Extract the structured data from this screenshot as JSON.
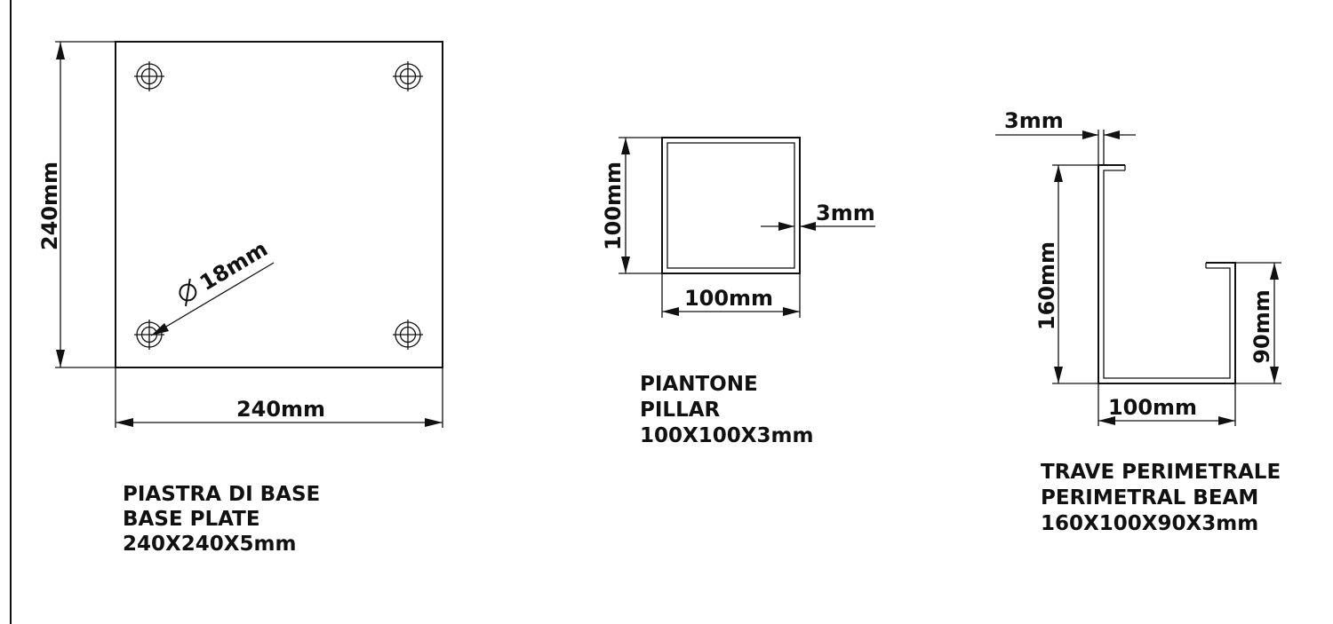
{
  "base_plate": {
    "height_label": "240mm",
    "width_label": "240mm",
    "hole_label": "18mm",
    "caption": [
      "PIASTRA DI BASE",
      "BASE PLATE",
      "240X240X5mm"
    ]
  },
  "pillar": {
    "height_label": "100mm",
    "width_label": "100mm",
    "thickness_label": "3mm",
    "caption": [
      "PIANTONE",
      "PILLAR",
      "100X100X3mm"
    ]
  },
  "beam": {
    "thickness_label": "3mm",
    "height_label": "160mm",
    "lip_label": "90mm",
    "width_label": "100mm",
    "caption": [
      "TRAVE PERIMETRALE",
      "PERIMETRAL BEAM",
      "160X100X90X3mm"
    ]
  },
  "icons": {
    "hole": "crosshair-circle-icon",
    "diameter": "diameter-symbol-icon"
  }
}
